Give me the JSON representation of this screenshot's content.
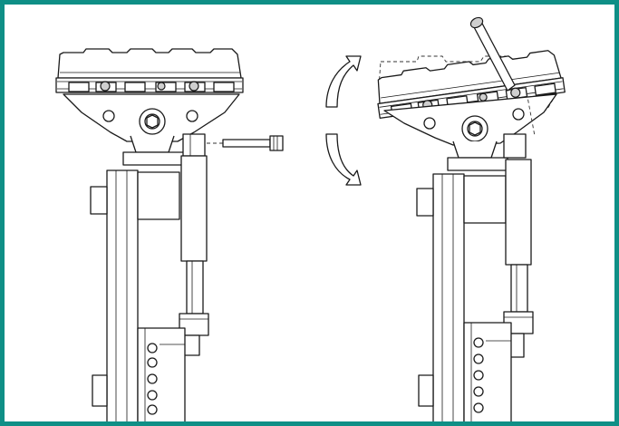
{
  "figure": {
    "border_color": "#0f8f86",
    "line_color": "#1a1a1a",
    "panels": [
      {
        "id": "before",
        "state": "level"
      },
      {
        "id": "after",
        "state": "tilted-with-lever"
      }
    ],
    "icons": {
      "top": "curved-arrow-up-icon",
      "bottom": "curved-arrow-down-icon"
    }
  }
}
